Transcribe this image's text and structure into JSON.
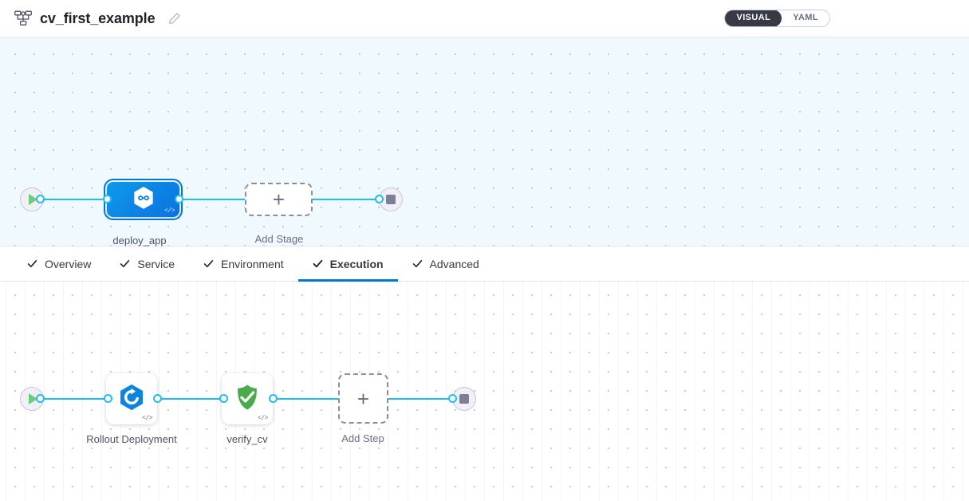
{
  "header": {
    "pipeline_icon": "pipeline-icon",
    "title": "cv_first_example",
    "edit_icon": "edit-pencil-icon",
    "view_toggle": {
      "visual_label": "VISUAL",
      "yaml_label": "YAML",
      "active": "VISUAL"
    }
  },
  "tabs": [
    {
      "label": "Overview",
      "icon": "check-icon",
      "active": false
    },
    {
      "label": "Service",
      "icon": "check-icon",
      "active": false
    },
    {
      "label": "Environment",
      "icon": "check-icon",
      "active": false
    },
    {
      "label": "Execution",
      "icon": "check-icon",
      "active": true
    },
    {
      "label": "Advanced",
      "icon": "check-icon",
      "active": false
    }
  ],
  "stage_graph": {
    "start_node": {
      "name": "pipeline-start-node",
      "icon": "play-icon"
    },
    "end_node": {
      "name": "pipeline-end-node",
      "icon": "stop-icon"
    },
    "stages": [
      {
        "label": "deploy_app",
        "icon": "harness-cd-hexagon-icon",
        "badge": "</>",
        "selected": true
      }
    ],
    "add_stage": {
      "label": "Add Stage",
      "icon": "plus-icon"
    }
  },
  "step_graph": {
    "start_node": {
      "name": "execution-start-node",
      "icon": "play-icon"
    },
    "end_node": {
      "name": "execution-end-node",
      "icon": "stop-icon"
    },
    "steps": [
      {
        "label": "Rollout Deployment",
        "icon": "rollout-deployment-icon",
        "badge": "</>"
      },
      {
        "label": "verify_cv",
        "icon": "green-shield-check-icon",
        "badge": "</>"
      }
    ],
    "add_step": {
      "label": "Add Step",
      "icon": "plus-icon"
    }
  },
  "colors": {
    "accent_blue": "#0278d5",
    "wire_blue": "#22bbf5",
    "stage_gradient_from": "#0e99ea",
    "stage_gradient_to": "#0b72e0",
    "toggle_active_bg": "#383946",
    "verify_green": "#4aab4c",
    "play_green": "#6bcc7d",
    "canvas_top_bg": "#f0f9fd",
    "canvas_bottom_bg": "#ffffff"
  }
}
